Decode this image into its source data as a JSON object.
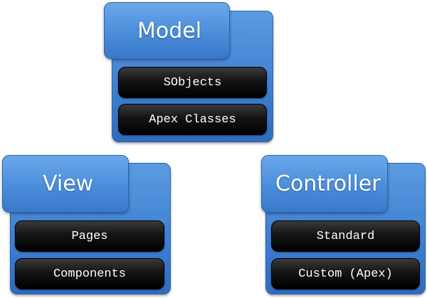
{
  "diagram": {
    "model": {
      "title": "Model",
      "items": [
        "SObjects",
        "Apex Classes"
      ]
    },
    "view": {
      "title": "View",
      "items": [
        "Pages",
        "Components"
      ]
    },
    "controller": {
      "title": "Controller",
      "items": [
        "Standard",
        "Custom (Apex)"
      ]
    }
  },
  "colors": {
    "panel_blue": "#3d7fd1",
    "tab_blue": "#4a8ddb",
    "pill_black": "#141414",
    "text_white": "#ffffff"
  }
}
